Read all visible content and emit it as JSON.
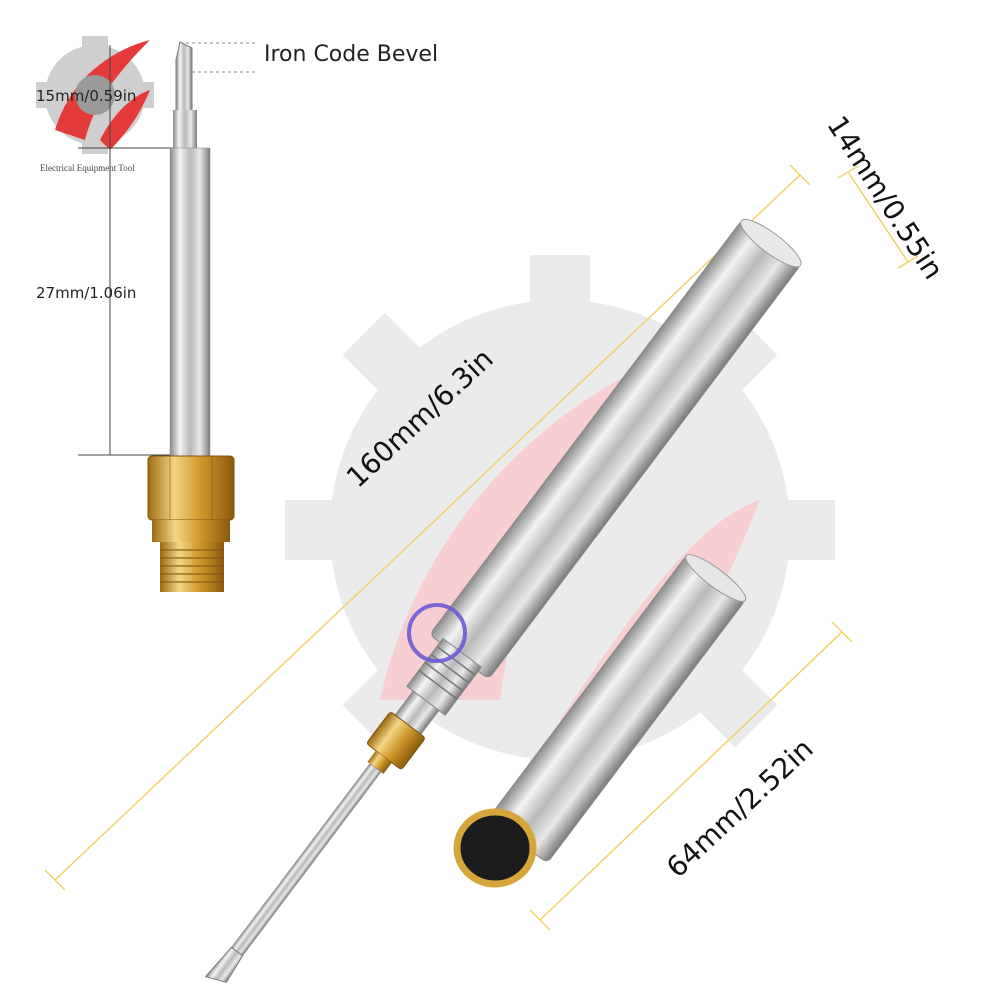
{
  "brand": {
    "caption": "Electrical Equipment Tool"
  },
  "tip_detail": {
    "callout": "Iron Code Bevel",
    "bevel_length": "15mm/0.59in",
    "shaft_length": "27mm/1.06in"
  },
  "dimensions": {
    "total_length": "160mm/6.3in",
    "diameter": "14mm/0.55in",
    "cap_length": "64mm/2.52in"
  },
  "colors": {
    "gear_grey": "#d9d9d9",
    "swoosh_red": "#f2b9bd",
    "dimension_line": "#f0d36b",
    "brass": "#d7a63b",
    "power_ring": "#6b5bd6"
  }
}
